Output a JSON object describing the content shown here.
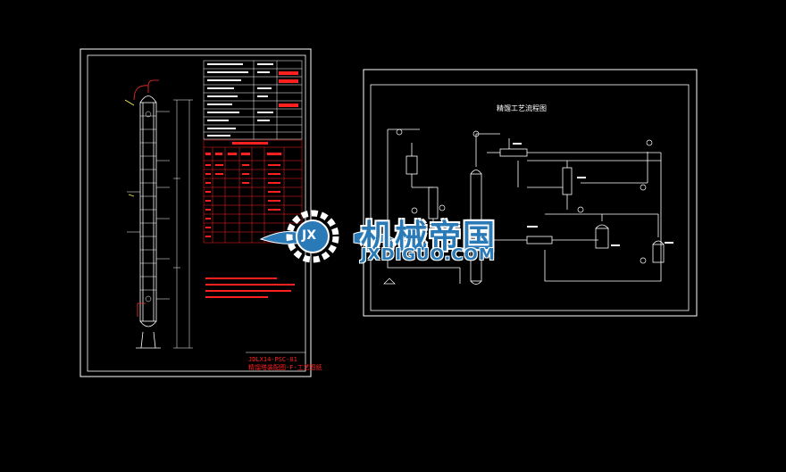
{
  "drawing_left": {
    "title_block_line1": "JDLX14-PSC-01",
    "title_block_line2": "精馏塔装配图-F-工艺图纸"
  },
  "drawing_right": {
    "title": "精馏工艺流程图"
  },
  "watermark": {
    "logo_text": "JX",
    "name_cn": "机械帝国",
    "url": "JXDIGUO.COM"
  },
  "colors": {
    "background": "#000000",
    "line": "#ffffff",
    "red": "#ff2020",
    "watermark_blue": "#2a7ab8"
  }
}
